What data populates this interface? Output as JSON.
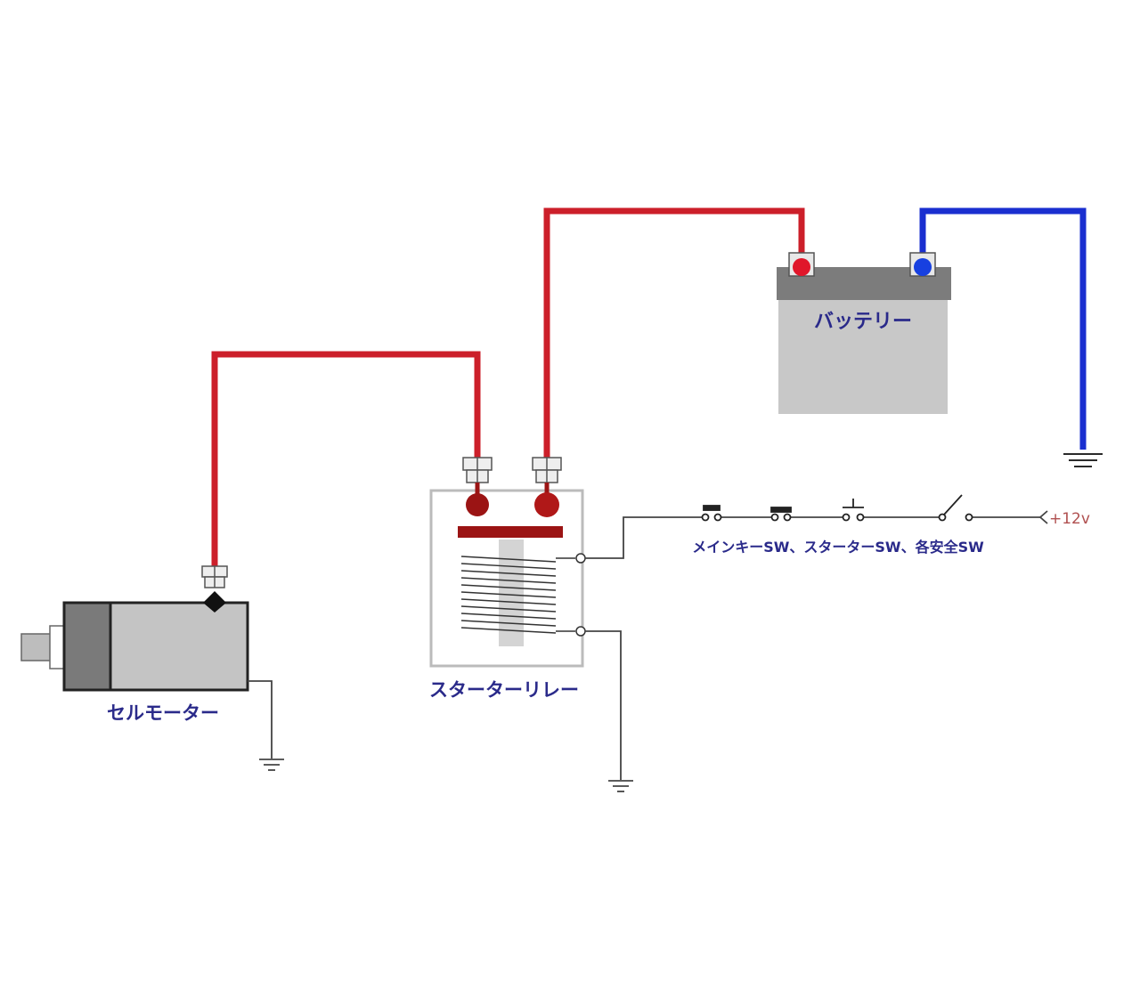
{
  "labels": {
    "battery": "バッテリー",
    "starter_relay": "スターターリレー",
    "starter_motor": "セルモーター",
    "switches": "メインキーSW、スターターSW、各安全SW",
    "supply": "+12v"
  },
  "colors": {
    "positive_cable": "#cc1f2a",
    "negative_cable": "#1a2fd0",
    "terminal_dark": "#9b1414",
    "battery_body": "#c8c8c8",
    "battery_top": "#7c7c7c",
    "motor_body": "#c4c4c4",
    "motor_cap": "#7a7a7a",
    "label_text": "#2a2a8a",
    "supply_text": "#b05050",
    "signal_wire": "#444444"
  },
  "icons": {
    "ground": "ground-symbol-icon",
    "push_switch": "push-switch-icon",
    "toggle_switch": "toggle-switch-icon",
    "coil": "relay-coil-icon"
  }
}
